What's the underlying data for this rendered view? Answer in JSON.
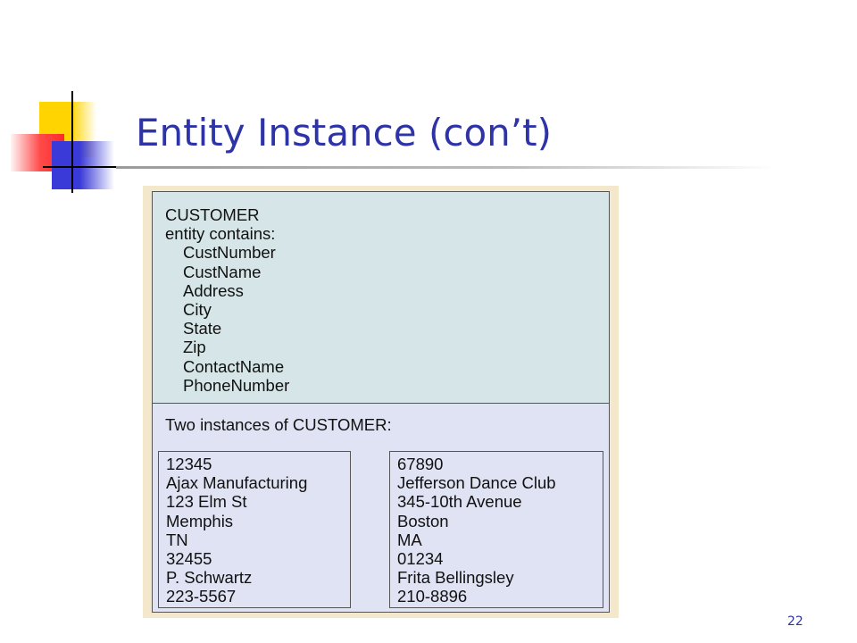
{
  "slide": {
    "title": "Entity Instance (con’t)",
    "page_number": "22"
  },
  "figure": {
    "entity_name": "CUSTOMER",
    "entity_contains_label": "entity contains:",
    "attributes": [
      "CustNumber",
      "CustName",
      "Address",
      "City",
      "State",
      "Zip",
      "ContactName",
      "PhoneNumber"
    ],
    "instances_heading": "Two instances of CUSTOMER:",
    "instances": [
      [
        "12345",
        "Ajax Manufacturing",
        "123 Elm St",
        "Memphis",
        "TN",
        "32455",
        "P. Schwartz",
        "223-5567"
      ],
      [
        "67890",
        "Jefferson Dance Club",
        "345-10th Avenue",
        "Boston",
        "MA",
        "01234",
        "Frita Bellingsley",
        "210-8896"
      ]
    ]
  },
  "logo": {
    "colors": [
      "#ffd400",
      "#ff4a4a",
      "#3a3ad8"
    ]
  },
  "colors": {
    "title": "#2e34a8",
    "figure_frame": "#f3e8cc",
    "entity_bg": "#d6e6e8",
    "instances_bg": "#dfe3f3"
  }
}
